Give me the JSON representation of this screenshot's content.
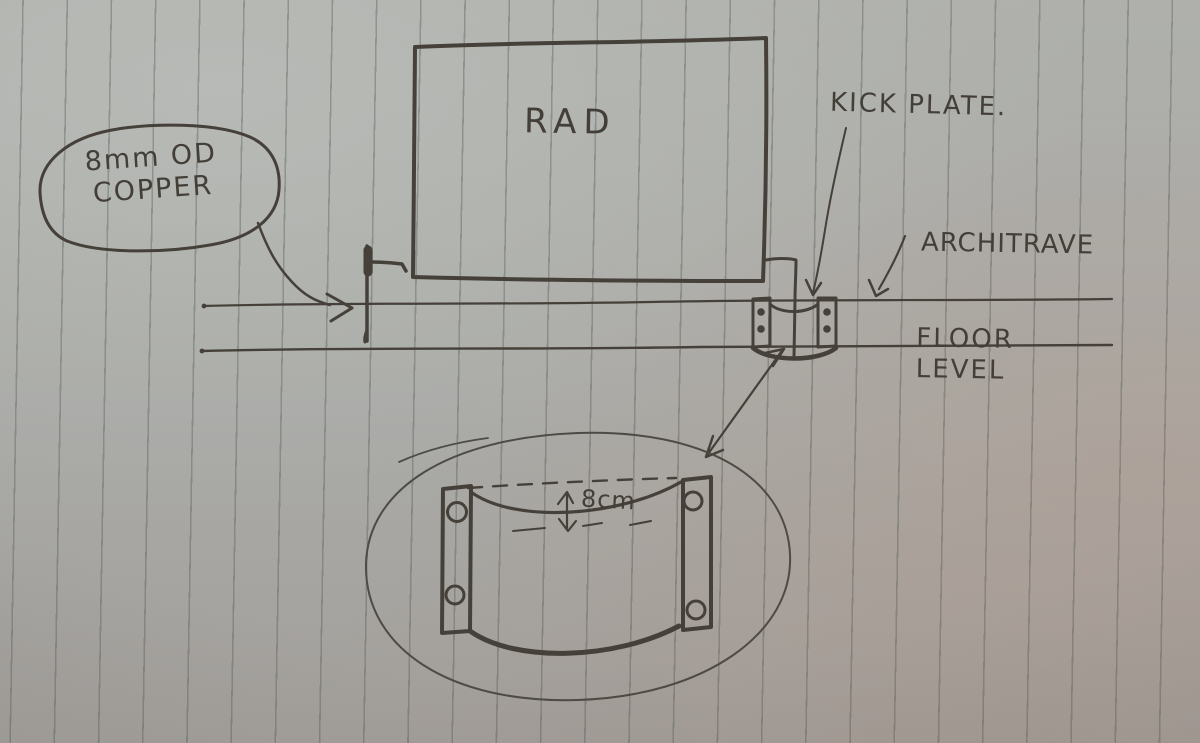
{
  "labels": {
    "rad": "RAD",
    "kick_plate": "KICK PLATE.",
    "architrave": "ARCHITRAVE",
    "floor": "FLOOR",
    "level": "LEVEL",
    "dimension": "8cm"
  },
  "bubble": {
    "line1": "8mm OD",
    "line2": "COPPER"
  },
  "colors": {
    "ink": "#3b362f",
    "paper": "#a6a7a3",
    "paper_warm": "#a99a92",
    "ruled_line": "#82847e"
  }
}
